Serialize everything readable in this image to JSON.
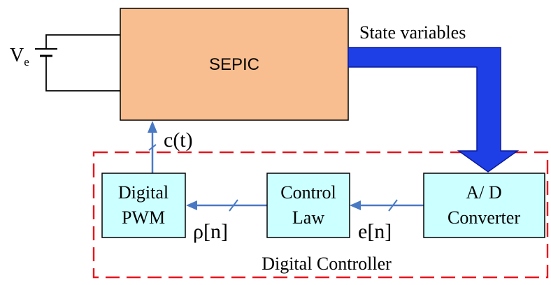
{
  "source": {
    "label_main": "V",
    "label_sub": "e"
  },
  "plant": {
    "label": "SEPIC"
  },
  "signals": {
    "state": "State variables",
    "control": "c(t)",
    "rho": "ρ[n]",
    "error": "e[n]"
  },
  "controller": {
    "label": "Digital Controller",
    "boundary_color": "#e8141e"
  },
  "blocks": {
    "pwm": {
      "line1": "Digital",
      "line2": "PWM"
    },
    "law": {
      "line1": "Control",
      "line2": "Law"
    },
    "adc": {
      "line1": "A/ D",
      "line2": "Converter"
    }
  },
  "colors": {
    "plant_fill": "#f9be8f",
    "block_fill": "#ccffff",
    "signal_arrow": "#4a79c4",
    "big_arrow": "#1f3fe6"
  }
}
